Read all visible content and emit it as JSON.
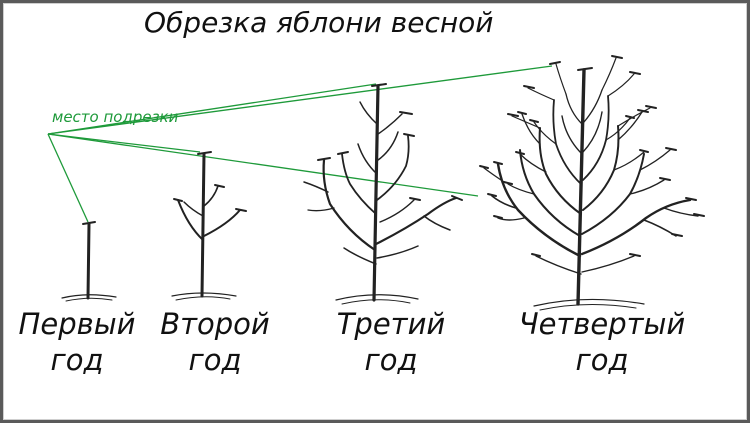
{
  "title": "Обрезка яблони весной",
  "cut_label": "место подрезки",
  "trees": [
    {
      "line1": "Первый",
      "line2": "год"
    },
    {
      "line1": "Второй",
      "line2": "год"
    },
    {
      "line1": "Третий",
      "line2": "год"
    },
    {
      "line1": "Четвертый",
      "line2": "год"
    }
  ],
  "colors": {
    "lines": "#1e9a3a",
    "ink": "#222222",
    "frame": "#5a5a5a"
  }
}
